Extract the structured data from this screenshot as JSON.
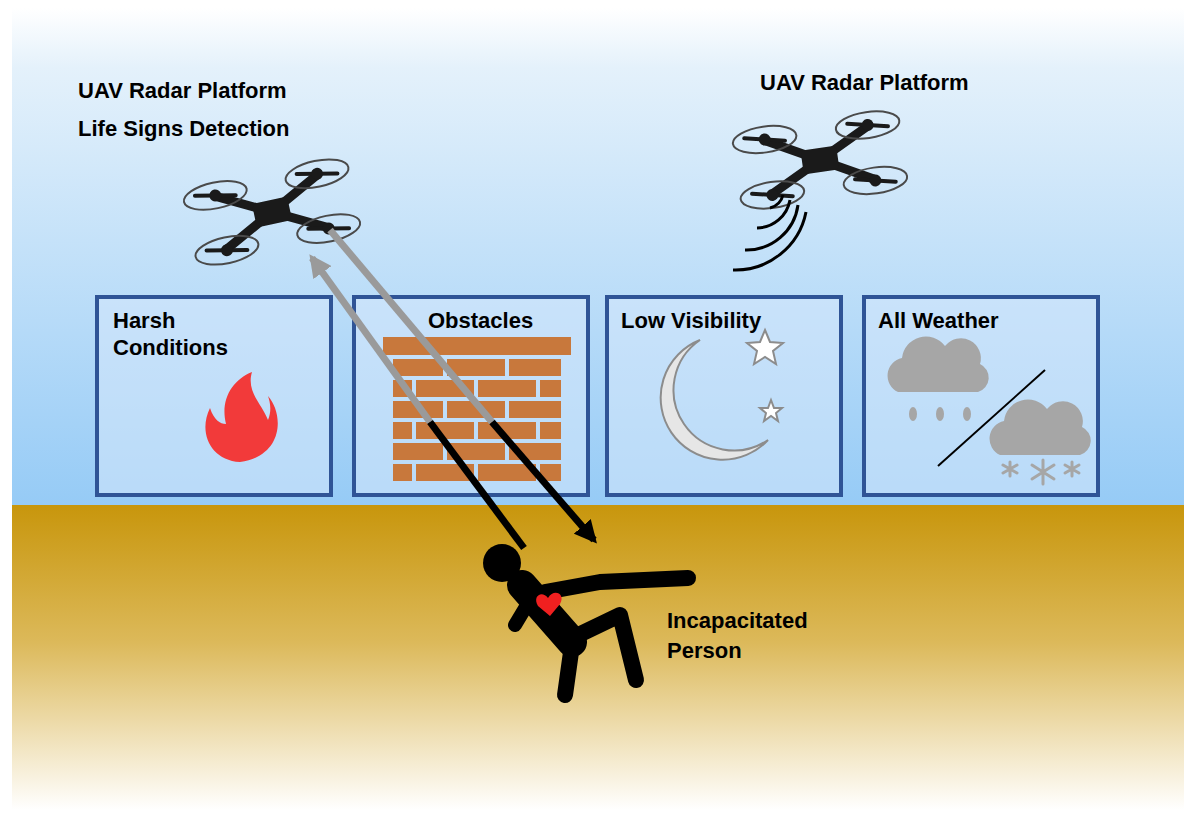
{
  "diagram": {
    "nodes": [
      {
        "text": [
          "Harsh Conditions"
        ]
      },
      {
        "text": [
          "Obstacles"
        ]
      },
      {
        "text": [
          "Low Visibility"
        ]
      },
      {
        "text": [
          "All Weather"
        ]
      }
    ],
    "labels": [
      "UAV Radar Platform",
      "Life Signs Detection",
      "UAV Radar Platform",
      "Incapacitated Person"
    ]
  }
}
